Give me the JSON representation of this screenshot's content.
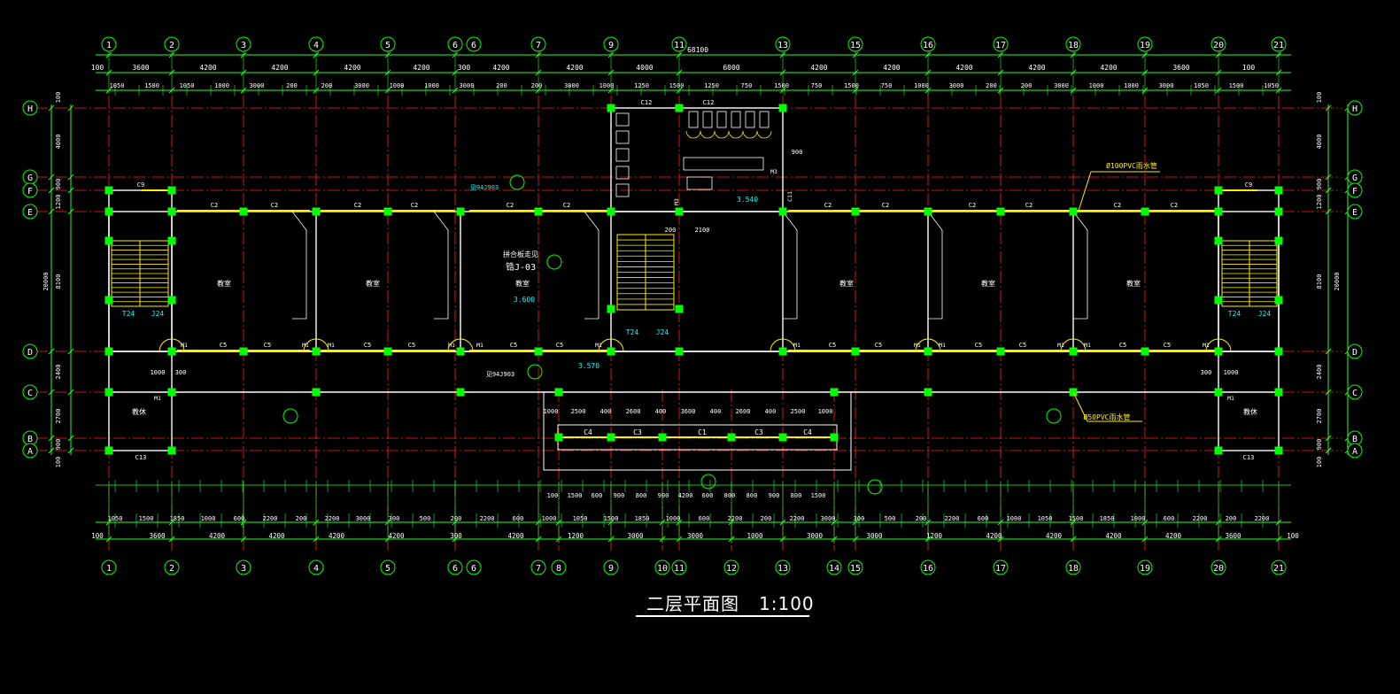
{
  "drawing": {
    "title": "二层平面图",
    "scale": "1:100",
    "overall_dim": "68100",
    "column_labels": [
      "1",
      "2",
      "3",
      "4",
      "5",
      "6",
      "7",
      "9",
      "11",
      "13",
      "15",
      "16",
      "17",
      "18",
      "19",
      "20",
      "21"
    ],
    "column_labels_bottom": [
      "1",
      "2",
      "3",
      "4",
      "5",
      "6",
      "7",
      "8",
      "9",
      "10",
      "11",
      "12",
      "13",
      "14",
      "15",
      "16",
      "17",
      "18",
      "19",
      "20",
      "21"
    ],
    "row_labels": [
      "H",
      "G",
      "F",
      "E",
      "D",
      "C",
      "B",
      "A"
    ],
    "top_dims": [
      "100",
      "3600",
      "4200",
      "4200",
      "4200",
      "4200",
      "300",
      "4200",
      "4200",
      "4000",
      "6000",
      "4200",
      "4200",
      "4200",
      "4200",
      "4200",
      "3600",
      "100"
    ],
    "top_sub_dims": [
      "1050",
      "1500",
      "1050",
      "1000",
      "3000",
      "200",
      "200",
      "3000",
      "1000",
      "1000",
      "3000",
      "200",
      "200",
      "3000",
      "1000",
      "1250",
      "1500",
      "1250",
      "750",
      "1500",
      "750",
      "1500",
      "750",
      "1000",
      "3000",
      "200",
      "200",
      "3000",
      "1000",
      "1000",
      "3000",
      "1050",
      "1500",
      "1050"
    ],
    "bottom_dims": [
      "100",
      "3600",
      "4200",
      "4200",
      "4200",
      "4200",
      "300",
      "4200",
      "1200",
      "3000",
      "3000",
      "1000",
      "3000",
      "3000",
      "1200",
      "4200",
      "4200",
      "4200",
      "4200",
      "3600",
      "100"
    ],
    "left_dims": [
      "100",
      "4000",
      "900",
      "1200",
      "8100",
      "2400",
      "2700",
      "900",
      "100",
      "20000"
    ],
    "room_labels": {
      "classroom": "教室",
      "office": "教休"
    },
    "tags": {
      "c2": "C2",
      "c5": "C5",
      "c9": "C9",
      "c12": "C12",
      "c13": "C13",
      "m1": "M1",
      "m3": "M3",
      "c1": "C1",
      "c3": "C3",
      "c4": "C4",
      "c11": "C11",
      "t24": "T24",
      "j24": "J24"
    },
    "annotations": {
      "pvc100": "Ø100PVC雨水管",
      "pvc50": "Ø50PVC雨水管",
      "stair_note": "拼合板走见",
      "stair_ref": "锆J-03",
      "elev1": "3.600",
      "elev2": "3.570",
      "elev3": "3.540",
      "detail_ref": "见94J903",
      "dim_2100": "2100",
      "dim_200": "200",
      "dim_900": "900",
      "dim_1000": "1000",
      "dim_300": "300"
    },
    "canopy_dims": [
      "1000",
      "2500",
      "400",
      "2600",
      "400",
      "3600",
      "400",
      "2600",
      "400",
      "2500",
      "1000"
    ],
    "canopy_dims2": [
      "100",
      "1500",
      "600",
      "900",
      "800",
      "900",
      "4200",
      "600",
      "800",
      "800",
      "900",
      "800",
      "1500"
    ],
    "colors": {
      "grid_line": "#ff2020",
      "grid_dash": "#ff2020",
      "dimension": "#20ff20",
      "wall": "#ffffff",
      "window": "#ffee00",
      "column": "#00ff00",
      "text_white": "#ffffff",
      "text_cyan": "#00ffff",
      "text_yellow": "#ffee00"
    }
  }
}
